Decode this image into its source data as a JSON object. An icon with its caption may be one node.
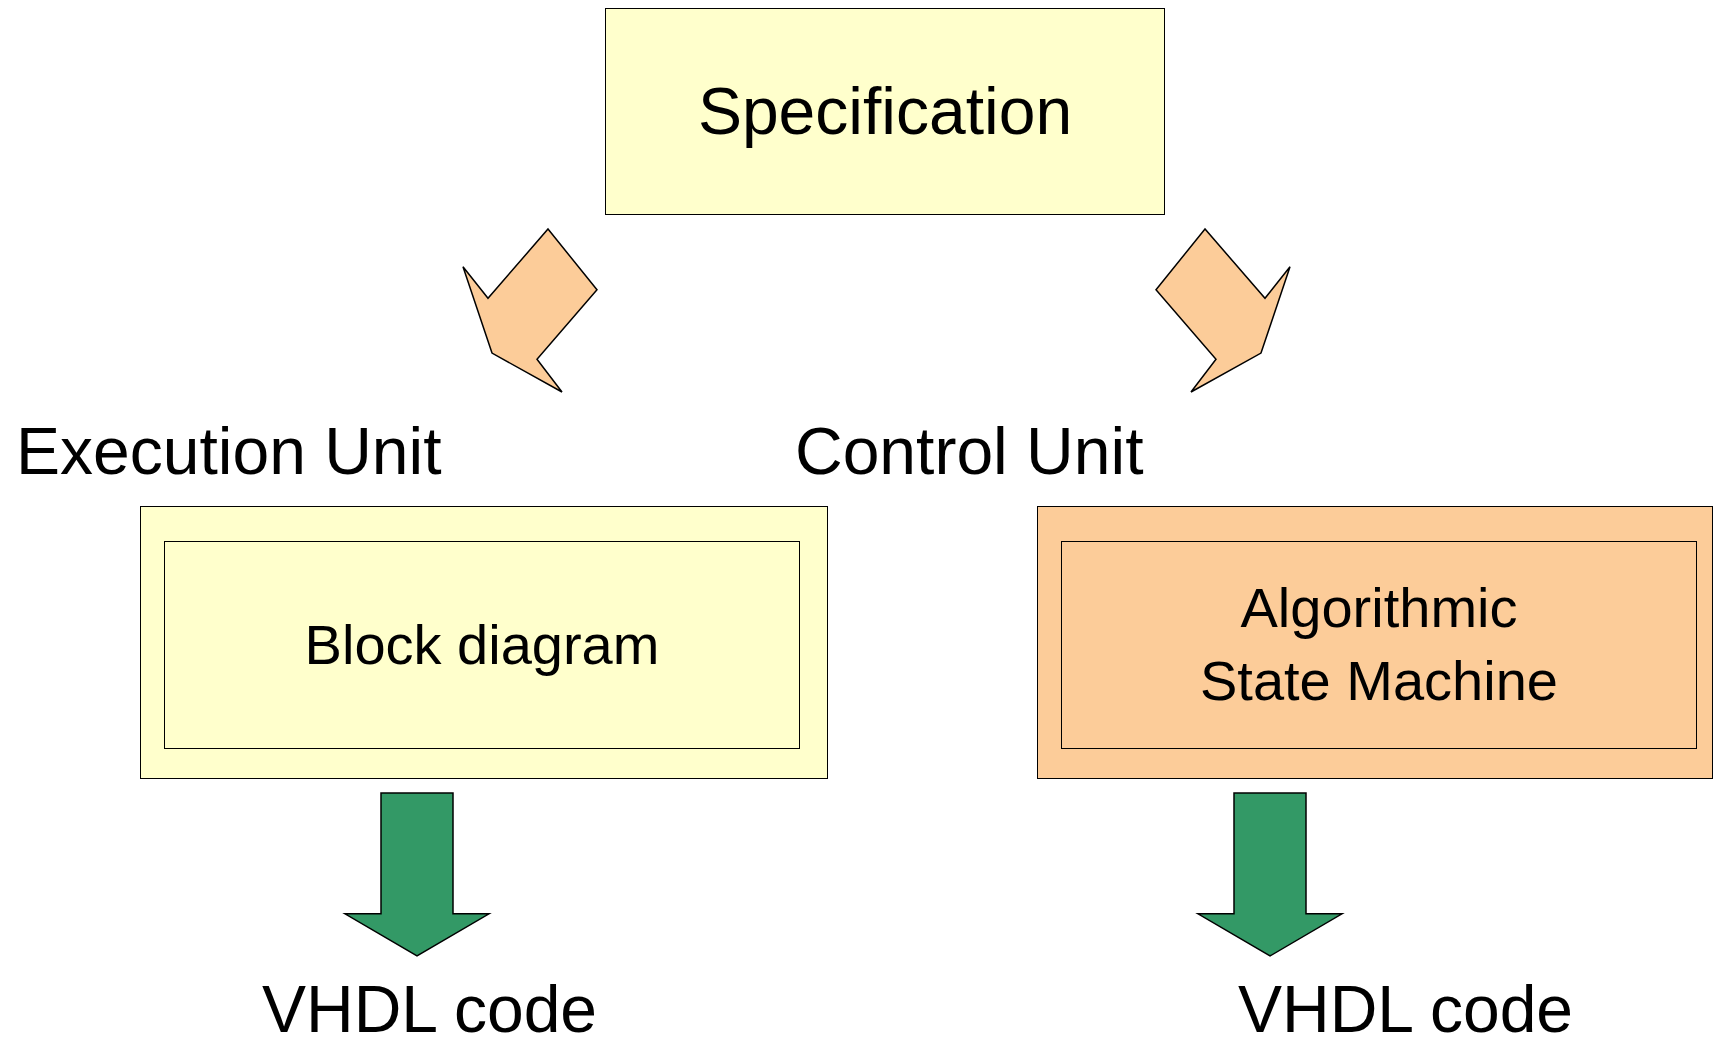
{
  "diagram": {
    "nodes": [
      {
        "text": [
          "Specification"
        ]
      },
      {
        "text": [
          "Execution Unit"
        ]
      },
      {
        "text": [
          "Block diagram"
        ],
        "in": 1
      },
      {
        "text": [
          "Control Unit"
        ]
      },
      {
        "text": [
          "Algorithmic State Machine"
        ],
        "in": 3
      },
      {
        "text": [
          "VHDL code"
        ]
      },
      {
        "text": [
          "VHDL code"
        ]
      }
    ],
    "edges": [
      {
        "from": 0,
        "to": 1,
        "arrow": "to",
        "style": "thick",
        "color": "#fccc99"
      },
      {
        "from": 0,
        "to": 3,
        "arrow": "to",
        "style": "thick",
        "color": "#fccc99"
      },
      {
        "from": 1,
        "to": 5,
        "arrow": "to",
        "style": "thick",
        "color": "#339966"
      },
      {
        "from": 3,
        "to": 6,
        "arrow": "to",
        "style": "thick",
        "color": "#339966"
      }
    ]
  }
}
